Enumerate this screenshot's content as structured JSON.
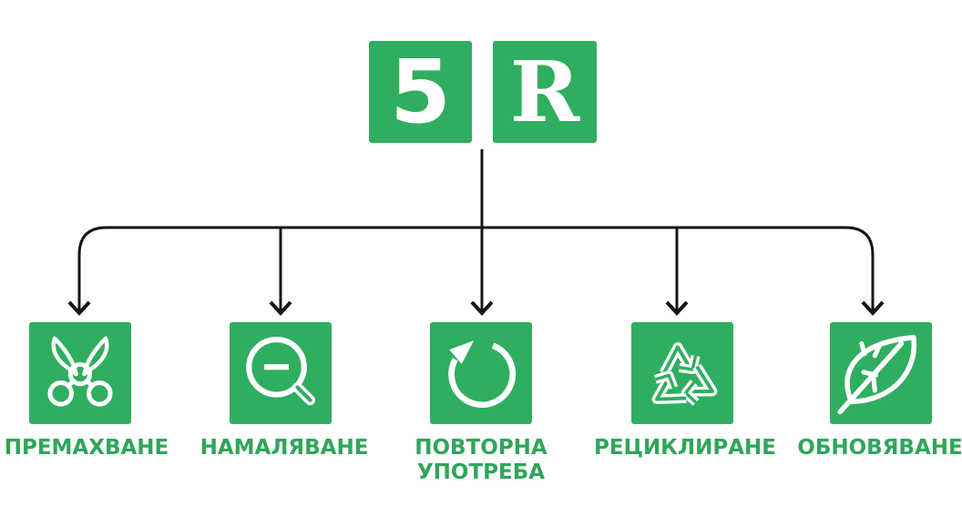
{
  "logo": {
    "five": "5",
    "r": "R"
  },
  "colors": {
    "green": "#2FAE60",
    "label_green": "#2FA65A",
    "line": "#161616",
    "icon_stroke": "#FFFFFF"
  },
  "items": [
    {
      "icon": "scissors-icon",
      "label": "ПРЕМАХВАНЕ",
      "label2": ""
    },
    {
      "icon": "magnifier-minus-icon",
      "label": "НАМАЛЯВАНЕ",
      "label2": ""
    },
    {
      "icon": "circular-arrow-icon",
      "label": "ПОВТОРНА",
      "label2": "УПОТРЕБА"
    },
    {
      "icon": "recycle-arrows-icon",
      "label": "РЕЦИКЛИРАНЕ",
      "label2": ""
    },
    {
      "icon": "leaf-icon",
      "label": "ОБНОВЯВАНЕ",
      "label2": ""
    }
  ]
}
